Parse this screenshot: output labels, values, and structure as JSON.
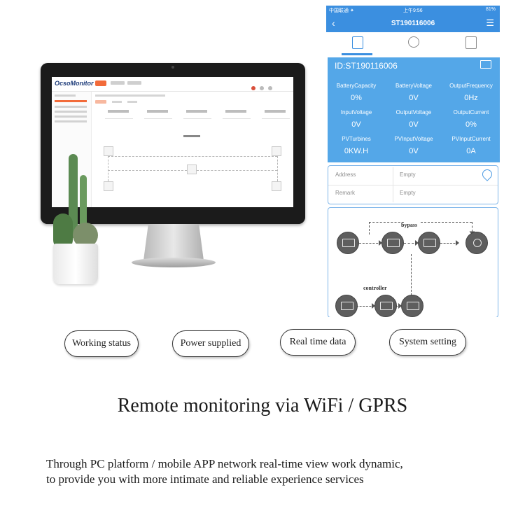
{
  "web_app": {
    "logo": "OcsoMonitor"
  },
  "phone": {
    "status": {
      "carrier": "中国联通 ✦",
      "time": "上午9:56",
      "battery": "81%"
    },
    "nav": {
      "back_icon": "chevron-left-icon",
      "title": "ST190116006",
      "menu_icon": "hamburger-icon"
    },
    "tabs": [
      "document-tab",
      "fan-tab",
      "calendar-tab"
    ],
    "device_id": "ID:ST190116006",
    "metrics": [
      {
        "label": "BatteryCapacity",
        "value": "0%"
      },
      {
        "label": "BatteryVoltage",
        "value": "0V"
      },
      {
        "label": "OutputFrequency",
        "value": "0Hz"
      },
      {
        "label": "InputVoltage",
        "value": "0V"
      },
      {
        "label": "OutputVoltage",
        "value": "0V"
      },
      {
        "label": "OutputCurrent",
        "value": "0%"
      },
      {
        "label": "PVTurbines",
        "value": "0KW.H"
      },
      {
        "label": "PVInputVoltage",
        "value": "0V"
      },
      {
        "label": "PVInputCurrent",
        "value": "0A"
      }
    ],
    "address": {
      "label": "Address",
      "value": "Empty"
    },
    "remark": {
      "label": "Remark",
      "value": "Empty"
    },
    "flow": {
      "bypass_label": "bypass",
      "controller_label": "controller"
    }
  },
  "features": {
    "working_status": "Working status",
    "power_supplied": "Power supplied",
    "real_time_data": "Real time data",
    "system_setting": "System setting"
  },
  "headline": "Remote monitoring via WiFi / GPRS",
  "description": {
    "line1": "Through PC platform / mobile APP network real-time view work dynamic,",
    "line2": "to provide you with more intimate and reliable experience services"
  },
  "colors": {
    "accent_blue": "#3b8fe0",
    "panel_blue": "#54a7e8",
    "web_orange": "#f26b3a"
  }
}
